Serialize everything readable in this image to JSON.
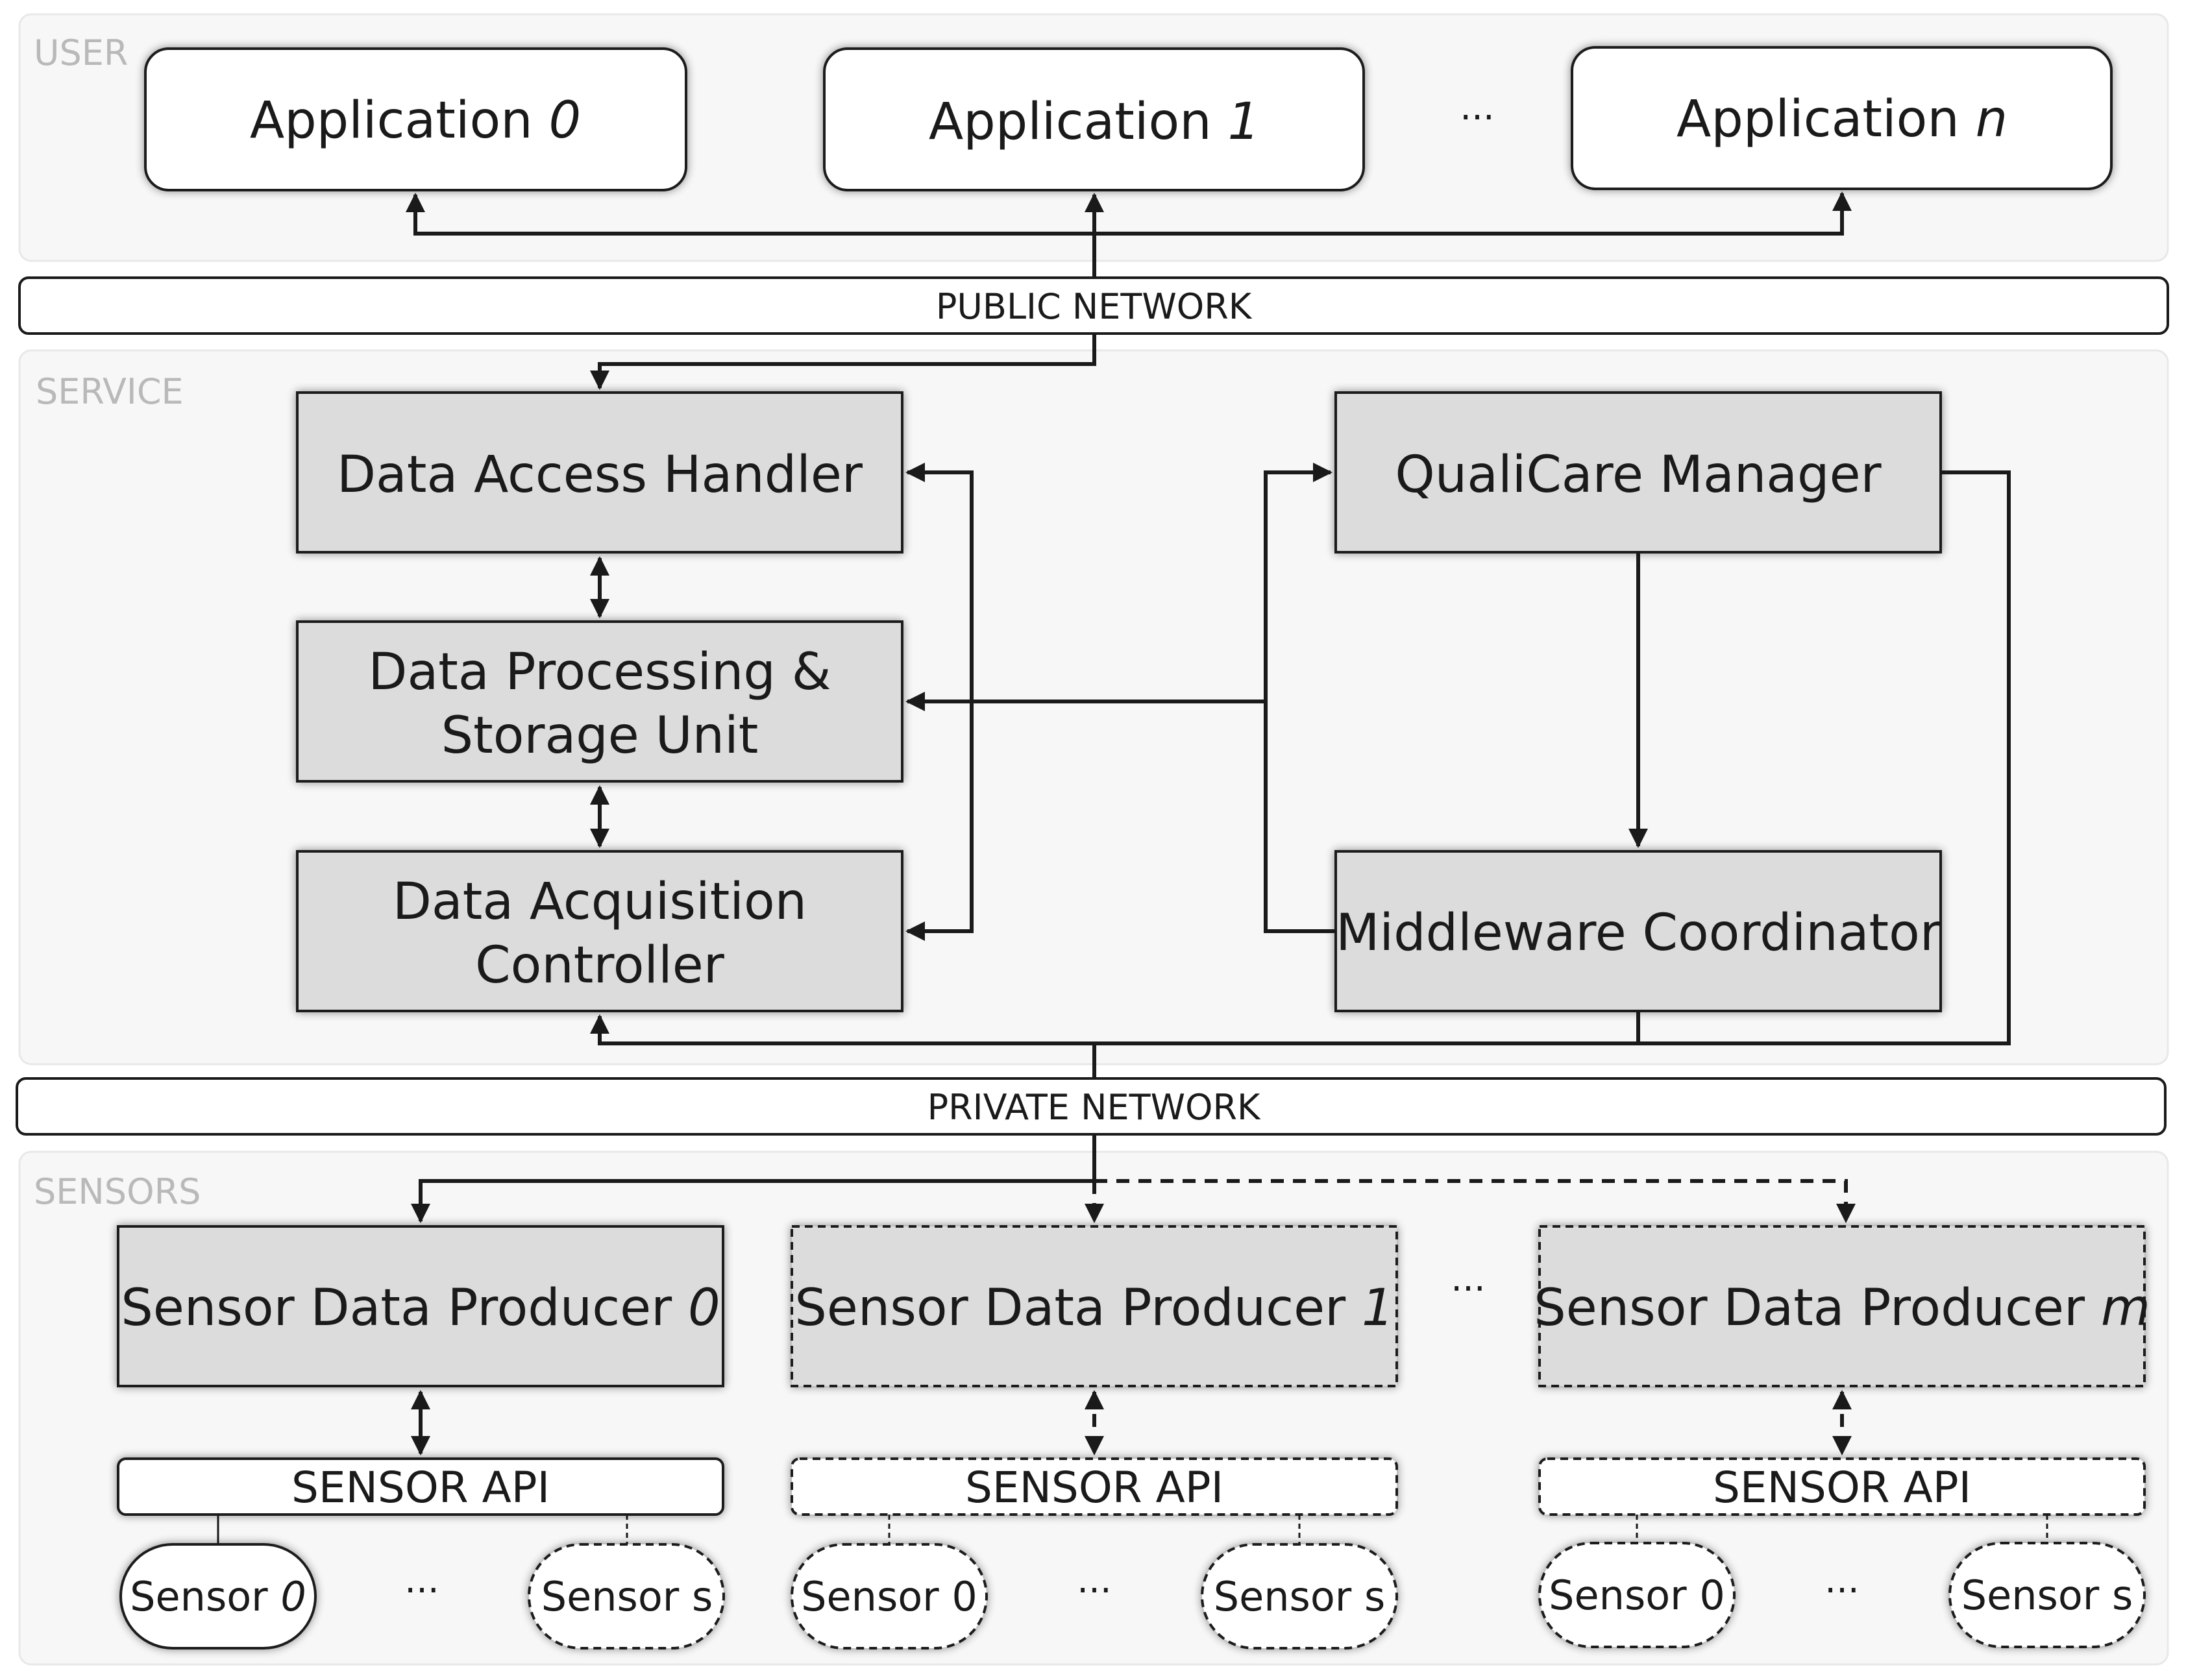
{
  "layers": {
    "user": "USER",
    "service": "SERVICE",
    "sensors": "SENSORS"
  },
  "networks": {
    "public": "PUBLIC NETWORK",
    "private": "PRIVATE NETWORK"
  },
  "applications": [
    {
      "prefix": "Application ",
      "index": "0"
    },
    {
      "prefix": "Application ",
      "index": "1"
    },
    {
      "prefix": "Application ",
      "index": "n"
    }
  ],
  "ellipsis": "···",
  "service_components": {
    "data_access_handler": "Data Access Handler",
    "data_processing_line1": "Data Processing &",
    "data_processing_line2": "Storage Unit",
    "data_acquisition_line1": "Data Acquisition",
    "data_acquisition_line2": "Controller",
    "qualicare_manager": "QualiCare Manager",
    "middleware_coordinator": "Middleware Coordinator"
  },
  "producers": [
    {
      "prefix": "Sensor Data Producer ",
      "index": "0"
    },
    {
      "prefix": "Sensor Data Producer ",
      "index": "1"
    },
    {
      "prefix": "Sensor Data Producer ",
      "index": "m"
    }
  ],
  "sensor_api": "SENSOR API",
  "sensors": {
    "group0": {
      "first_prefix": "Sensor ",
      "first_index": "0",
      "last": "Sensor s"
    },
    "group1": {
      "first": "Sensor 0",
      "last": "Sensor s"
    },
    "group2": {
      "first": "Sensor 0",
      "last": "Sensor s"
    }
  }
}
